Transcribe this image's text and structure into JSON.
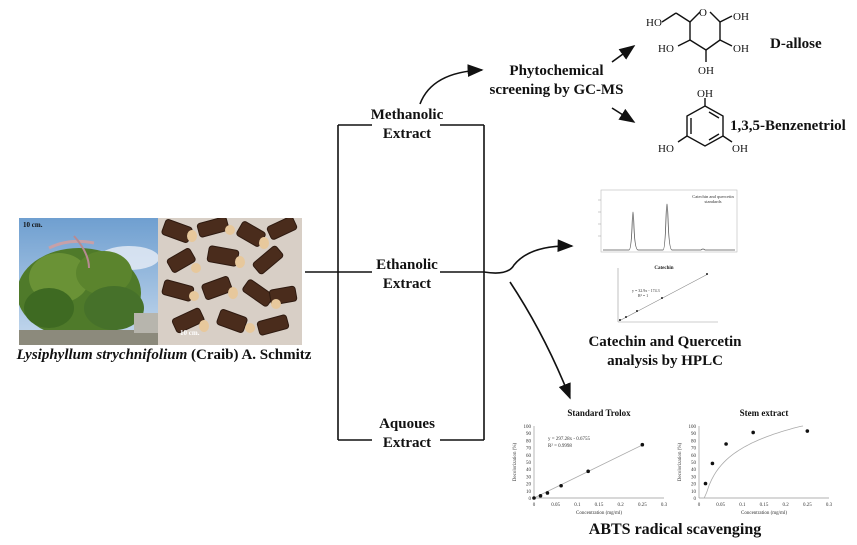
{
  "plant": {
    "name_italic": "Lysiphyllum strychnifolium",
    "name_rest": " (Craib) A. Schmitz",
    "scale_left": "10 cm.",
    "scale_right": "10 cm."
  },
  "extracts": {
    "methanolic": [
      "Methanolic",
      "Extract"
    ],
    "ethanolic": [
      "Ethanolic",
      "Extract"
    ],
    "aqueous": [
      "Aquoues",
      "Extract"
    ]
  },
  "gcms": [
    "Phytochemical",
    "screening by GC-MS"
  ],
  "compounds": {
    "allose": "D-allose",
    "benzenetriol": "1,3,5-Benzenetriol",
    "oh": "OH",
    "ho": "HO"
  },
  "hplc": {
    "caption": [
      "Catechin and Quercetin",
      "analysis by HPLC"
    ],
    "chromatogram_title": [
      "Catechin and quercetin",
      "standards"
    ],
    "calib_title": "Catechin",
    "calib_eq": [
      "y = 32.9x - 174.3",
      "R² = 1"
    ]
  },
  "abts": {
    "caption": "ABTS radical scavenging",
    "ylabel": "Decolorization (%)",
    "xlabel": "Concentration (mg/ml)"
  },
  "chart_data": [
    {
      "type": "scatter",
      "title": "Standard Trolox",
      "xlabel": "Concentration (mg/ml)",
      "ylabel": "Decolorization (%)",
      "xlim": [
        0,
        0.3
      ],
      "ylim": [
        0,
        100
      ],
      "xticks": [
        "0",
        "0.05",
        "0.1",
        "0.15",
        "0.2",
        "0.25",
        "0.3"
      ],
      "yticks": [
        "0",
        "10",
        "20",
        "30",
        "40",
        "50",
        "60",
        "70",
        "80",
        "90",
        "100"
      ],
      "x": [
        0.0,
        0.015,
        0.031,
        0.0625,
        0.125,
        0.25
      ],
      "y": [
        0,
        3,
        7,
        17,
        37,
        74
      ],
      "trendline": {
        "label": [
          "y = 297.28x - 0.6755",
          "R² = 0.9998"
        ],
        "slope": 297.28,
        "intercept": -0.6755
      },
      "grid": false
    },
    {
      "type": "scatter",
      "title": "Stem extract",
      "xlabel": "Concentration (mg/ml)",
      "ylabel": "Decolorization (%)",
      "xlim": [
        0,
        0.3
      ],
      "ylim": [
        0,
        100
      ],
      "xticks": [
        "0",
        "0.05",
        "0.1",
        "0.15",
        "0.2",
        "0.25",
        "0.3"
      ],
      "yticks": [
        "0",
        "10",
        "20",
        "30",
        "40",
        "50",
        "60",
        "70",
        "80",
        "90",
        "100"
      ],
      "x": [
        0.015,
        0.031,
        0.0625,
        0.125,
        0.25
      ],
      "y": [
        20,
        48,
        75,
        91,
        93
      ],
      "trendline": {
        "type": "log"
      },
      "grid": false
    }
  ]
}
